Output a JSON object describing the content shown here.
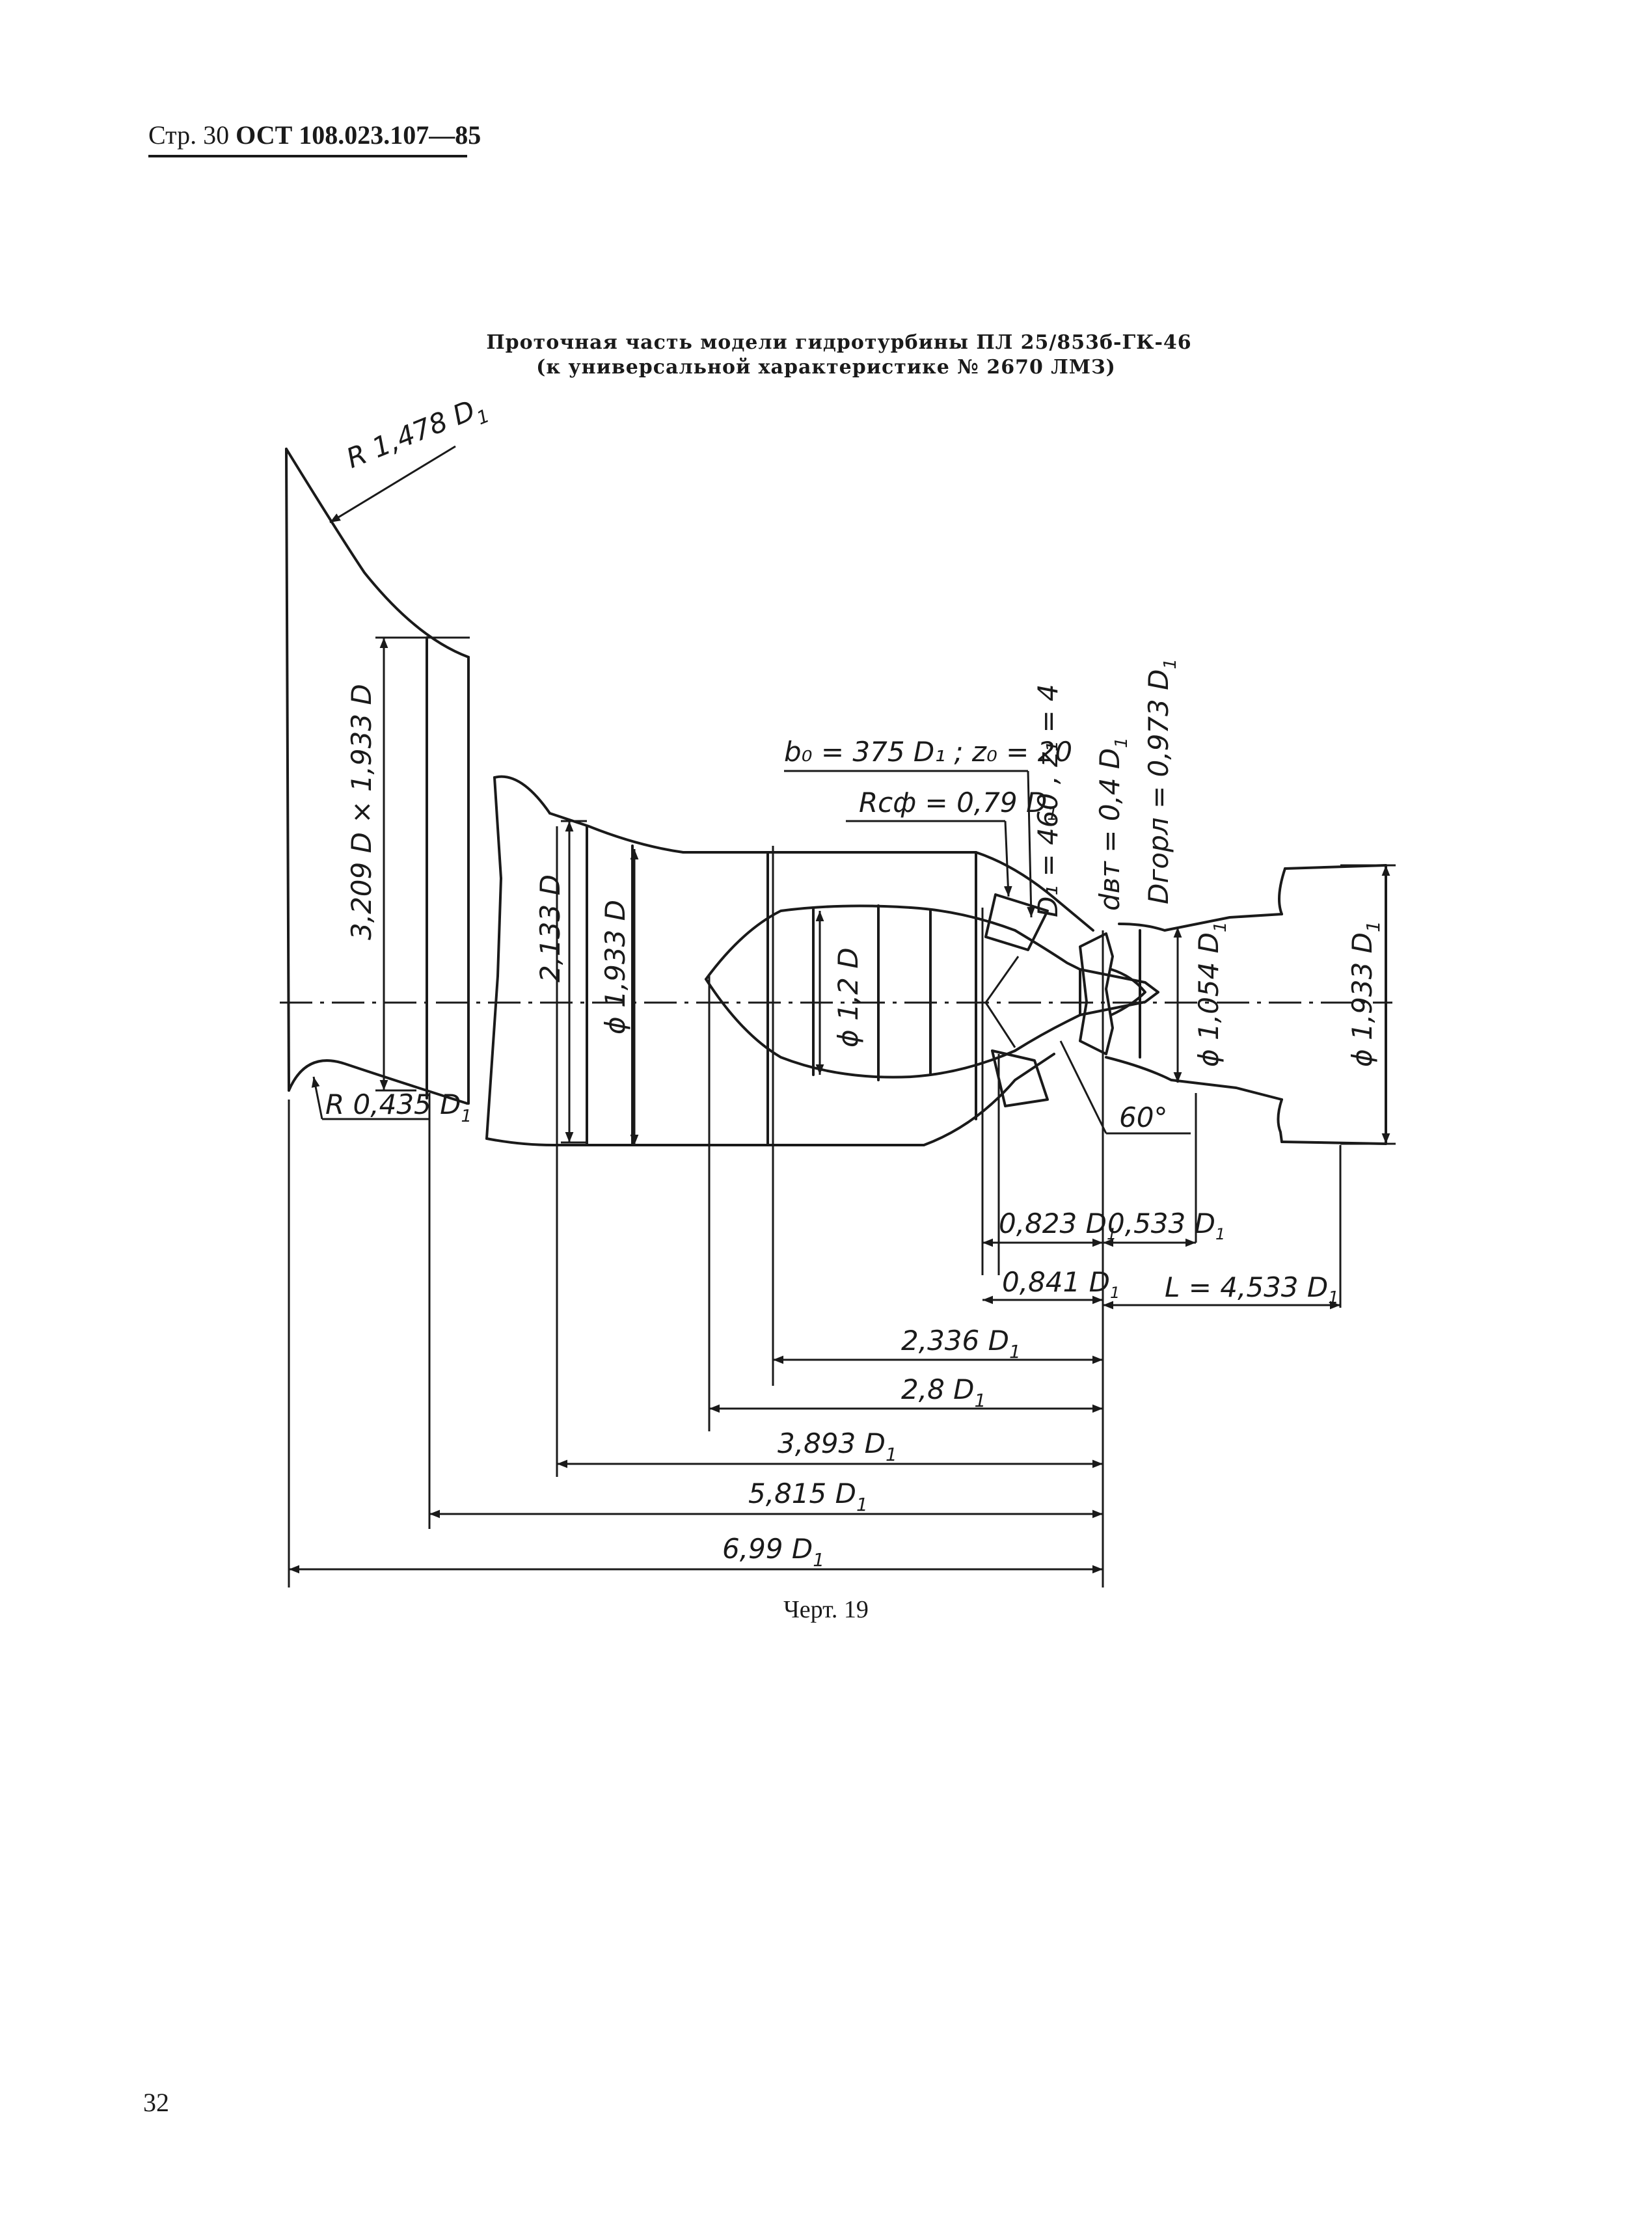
{
  "header": {
    "page_label": "Стр. 30",
    "standard": "ОСТ 108.023.107—85"
  },
  "title": {
    "line1": "Проточная часть модели гидротурбины ПЛ 25/853б-ГК-46",
    "line2": "(к универсальной характеристике № 2670 ЛМЗ)"
  },
  "dimensions": {
    "r_top": "R 1,478 D",
    "r_bottom": "R 0,435 D",
    "inlet_section": "3,209 D × 1,933 D",
    "d_2133": "2,133 D",
    "d_1933_left": "ϕ 1,933 D",
    "d_12": "ϕ 1,2 D",
    "b0_z0": "b₀ = 375 D₁ ; z₀ = 20",
    "r_sph": "Rсф = 0,79 D",
    "d1_z1": "D₁ = 460 , z₁ = 4",
    "d_hub": "dвт = 0,4 D",
    "d_throat": "Dгорл = 0,973 D",
    "d_1054": "ϕ 1,054 D",
    "d_1933_right": "ϕ 1,933 D",
    "angle": "60°",
    "len_0823": "0,823 D",
    "len_0533": "0,533 D",
    "len_0841": "0,841 D",
    "len_L": "L = 4,533 D",
    "len_2336": "2,336 D",
    "len_28": "2,8 D",
    "len_3893": "3,893 D",
    "len_5815": "5,815 D",
    "len_699": "6,99 D",
    "subscript": "1"
  },
  "caption": "Черт. 19",
  "page_number": "32"
}
